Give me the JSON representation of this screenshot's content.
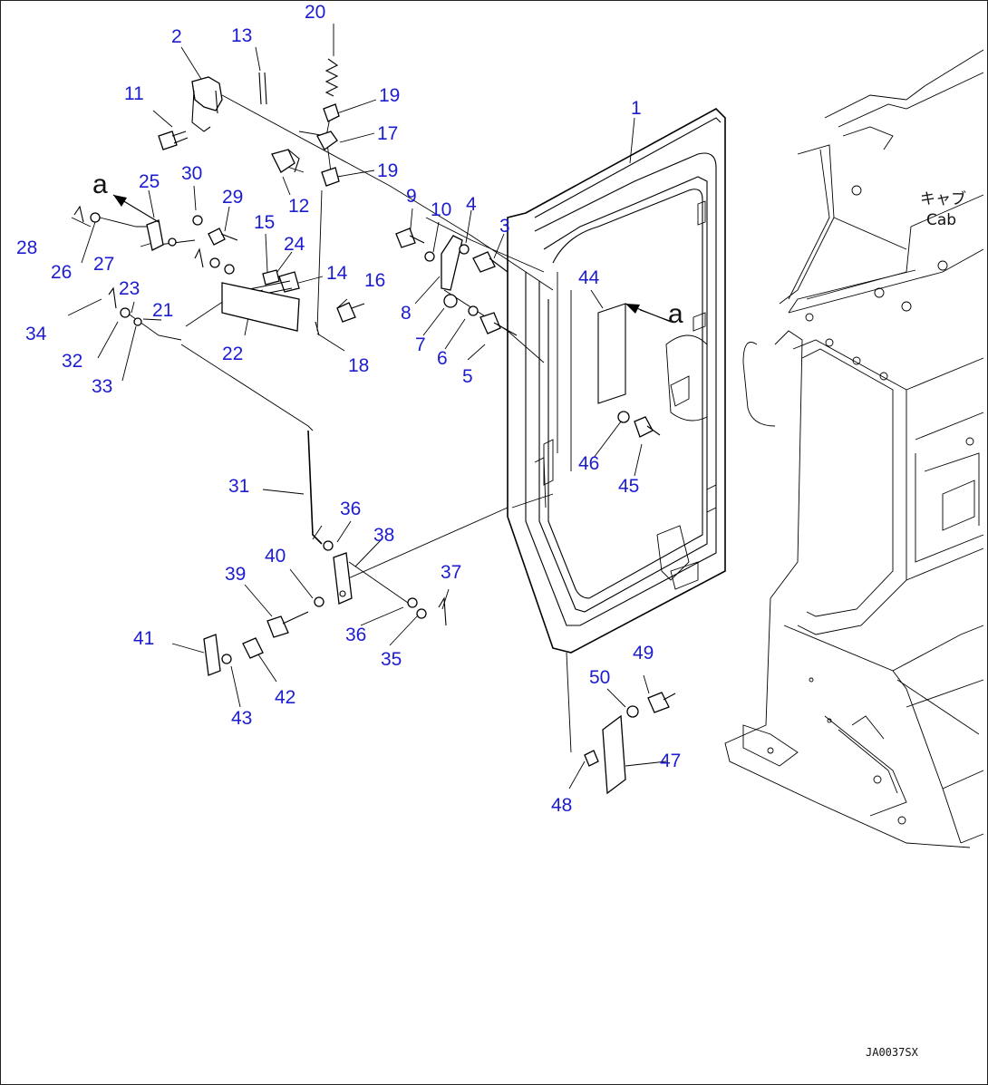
{
  "diagram": {
    "cab_label_jp": "キャブ",
    "cab_label_en": "Cab",
    "view_marker": "a",
    "drawing_code": "JA0037SX",
    "callouts": [
      "1",
      "2",
      "3",
      "4",
      "5",
      "6",
      "7",
      "8",
      "9",
      "10",
      "11",
      "12",
      "13",
      "14",
      "15",
      "16",
      "17",
      "18",
      "19",
      "19",
      "20",
      "21",
      "22",
      "23",
      "24",
      "25",
      "26",
      "27",
      "28",
      "29",
      "30",
      "31",
      "32",
      "33",
      "34",
      "35",
      "36",
      "36",
      "37",
      "38",
      "39",
      "40",
      "41",
      "42",
      "43",
      "44",
      "45",
      "46",
      "47",
      "48",
      "49",
      "50"
    ]
  }
}
